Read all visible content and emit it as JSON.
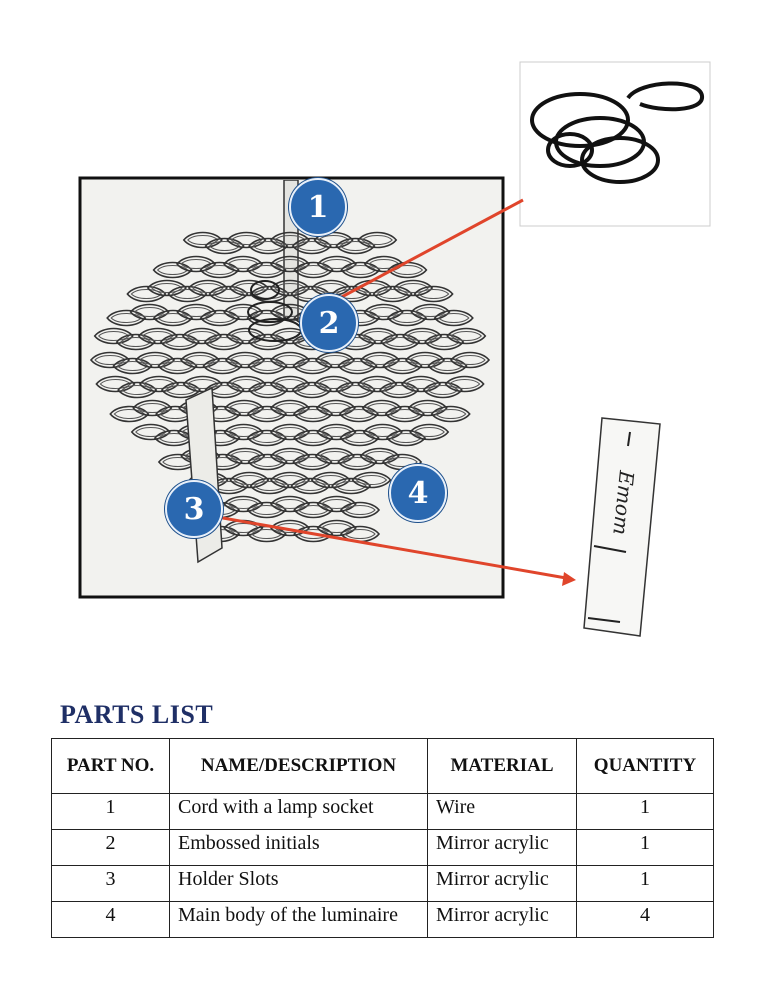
{
  "callouts": [
    "1",
    "2",
    "3",
    "4"
  ],
  "detail_text": "Emom",
  "parts_list": {
    "title": "PARTS LIST",
    "columns": [
      "PART NO.",
      "NAME/DESCRIPTION",
      "MATERIAL",
      "QUANTITY"
    ],
    "rows": [
      {
        "part_no": "1",
        "name": "Cord with a lamp socket",
        "material": "Wire",
        "quantity": "1"
      },
      {
        "part_no": "2",
        "name": "Embossed initials",
        "material": "Mirror  acrylic",
        "quantity": "1"
      },
      {
        "part_no": "3",
        "name": "Holder Slots",
        "material": "Mirror acrylic",
        "quantity": "1"
      },
      {
        "part_no": "4",
        "name": "Main body of the luminaire",
        "material": "Mirror  acrylic",
        "quantity": "4"
      }
    ]
  },
  "colors": {
    "badge": "#2a68b0",
    "leader_line": "#e0452b",
    "title": "#1f2f66"
  }
}
